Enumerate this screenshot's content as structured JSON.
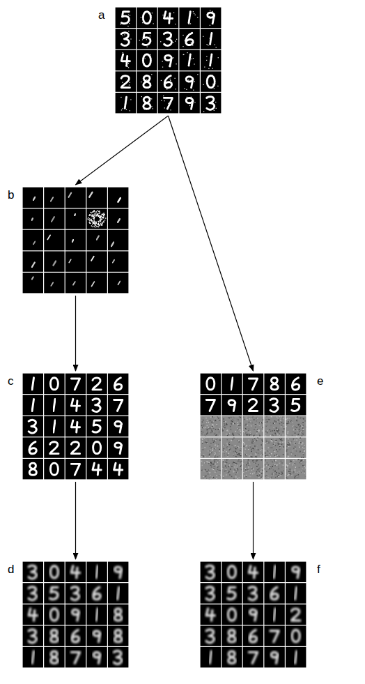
{
  "diagram": {
    "nodes": [
      {
        "text": [
          "a"
        ]
      },
      {
        "text": [
          "b"
        ]
      },
      {
        "text": [
          "c"
        ]
      },
      {
        "text": [
          "d"
        ]
      },
      {
        "text": [
          "e"
        ]
      },
      {
        "text": [
          "f"
        ]
      }
    ],
    "edges": [
      {
        "from": 0,
        "to": 1,
        "arrow": "to"
      },
      {
        "from": 0,
        "to": 4,
        "arrow": "to"
      },
      {
        "from": 1,
        "to": 2,
        "arrow": "to"
      },
      {
        "from": 2,
        "to": 3,
        "arrow": "to"
      },
      {
        "from": 4,
        "to": 5,
        "arrow": "to"
      }
    ]
  }
}
